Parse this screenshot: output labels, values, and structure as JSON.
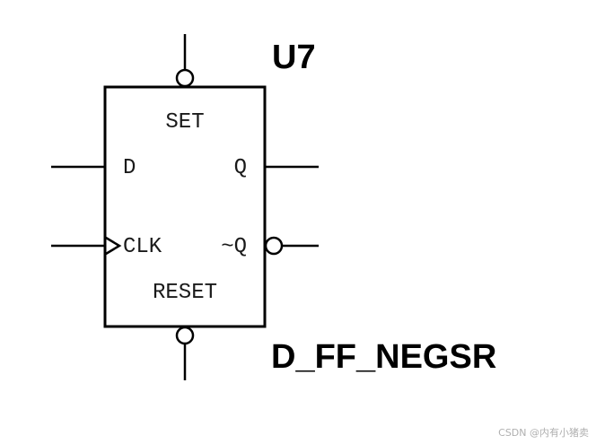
{
  "component": {
    "reference": "U7",
    "part_name": "D_FF_NEGSR",
    "pins": {
      "set": "SET",
      "d": "D",
      "q": "Q",
      "clk": "CLK",
      "q_bar": "~Q",
      "reset": "RESET"
    }
  },
  "watermark": "CSDN @内有小猪卖"
}
